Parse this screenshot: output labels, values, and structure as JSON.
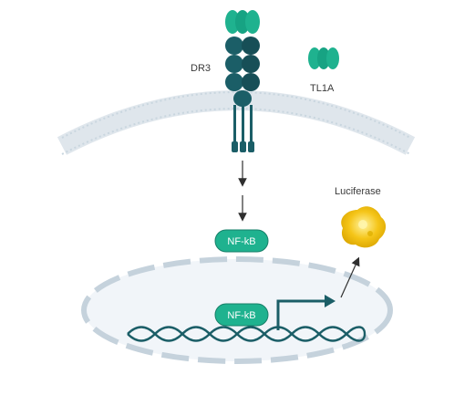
{
  "labels": {
    "receptor": "DR3",
    "ligand": "TL1A",
    "reporter": "Luciferase"
  },
  "nodes": {
    "cytoplasmic_nfkb": "NF-kB",
    "nuclear_nfkb": "NF-kB"
  },
  "colors": {
    "receptor_dark": "#1b5e67",
    "receptor_teal": "#1fb28f",
    "membrane": "#c9d6df",
    "nucleus_fill": "#f1f5f9",
    "nucleus_border": "#c5d2dc",
    "dna_strand": "#1b5e67",
    "luciferase": "#f5c518"
  }
}
